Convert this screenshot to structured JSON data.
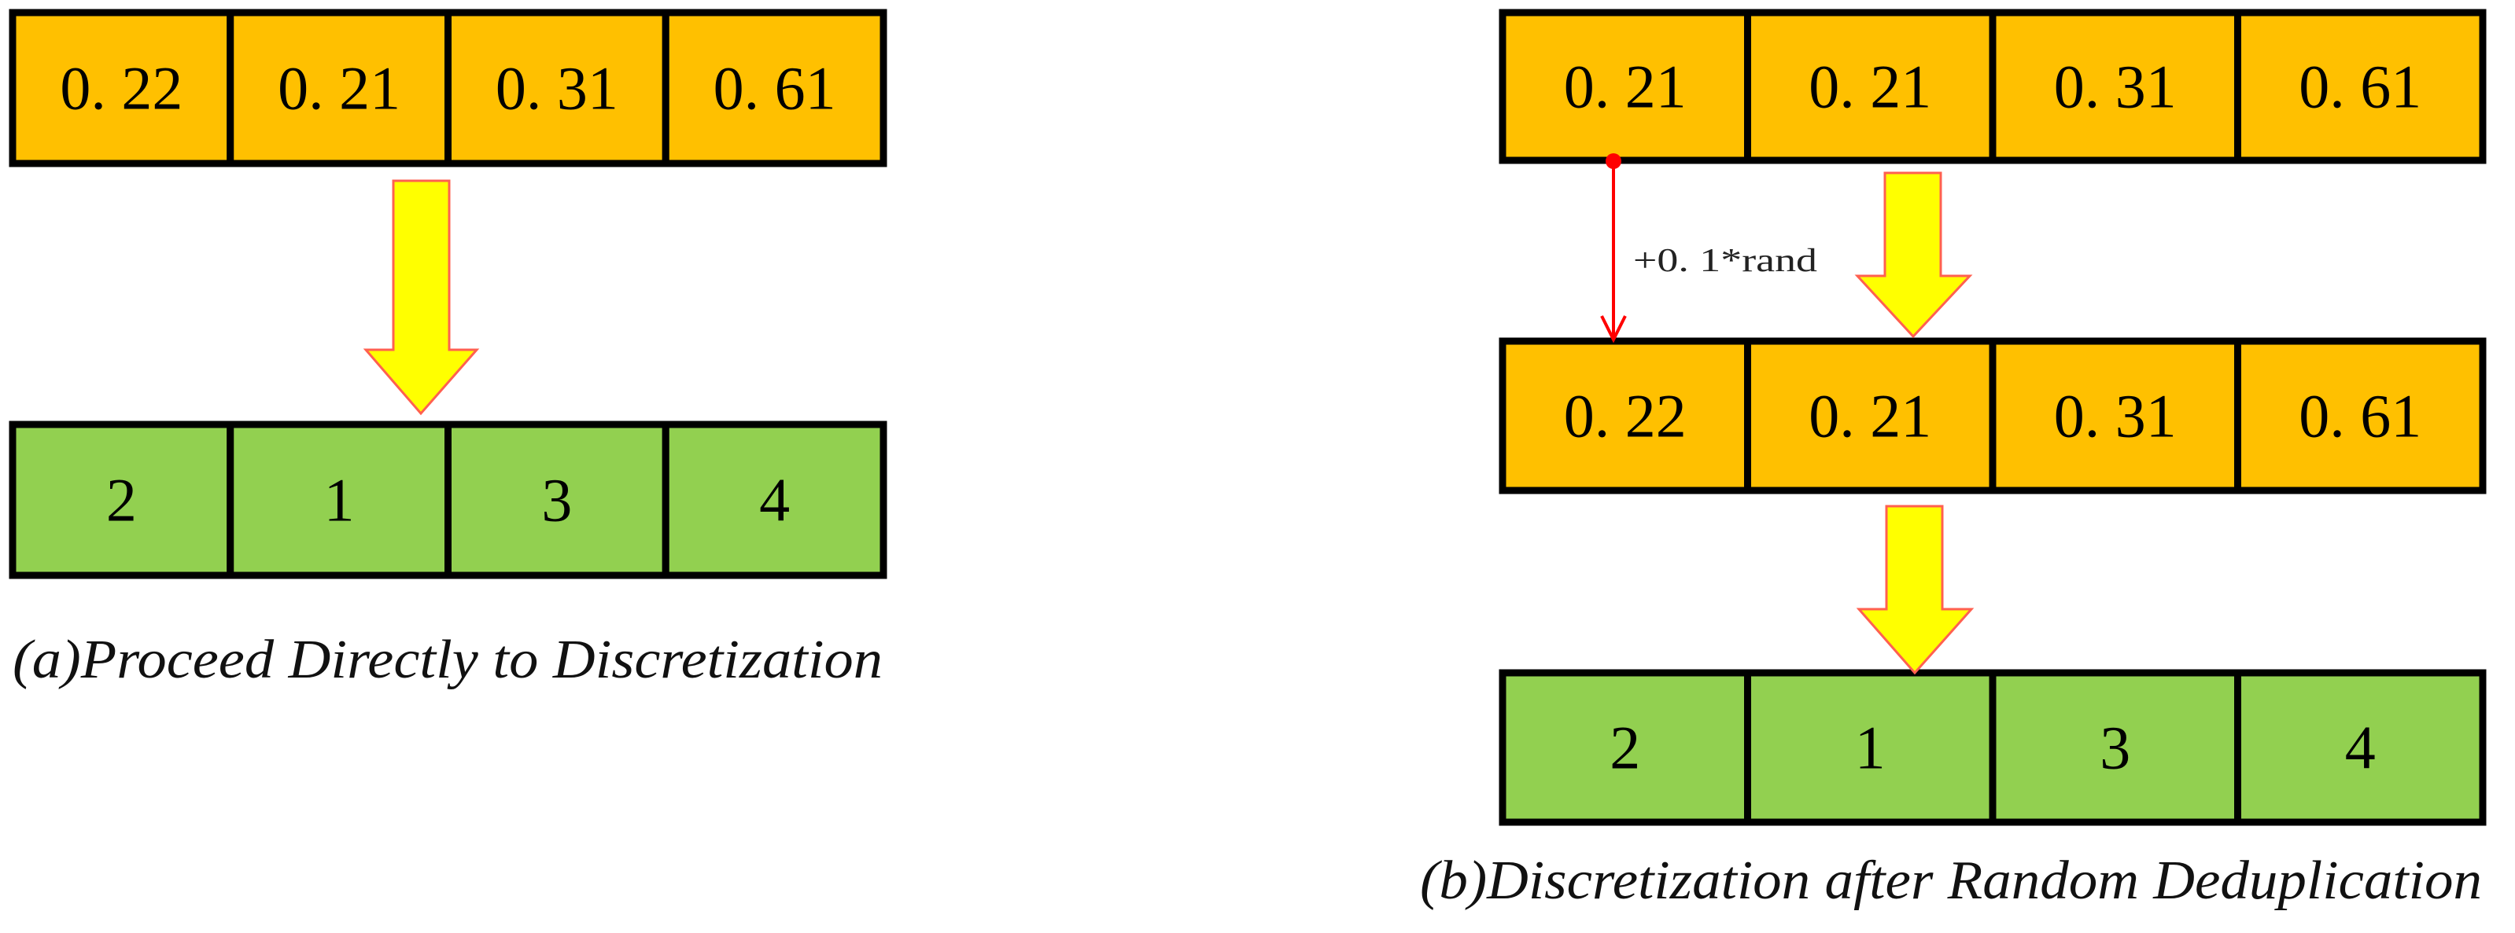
{
  "colors": {
    "value_cell": "#FFC000",
    "rank_cell": "#92D050",
    "arrow_fill": "#FFFF00",
    "arrow_outline": "#FF6050",
    "perturb_line": "#FF0000"
  },
  "panel_a": {
    "values": [
      "0. 22",
      "0. 21",
      "0. 31",
      "0. 61"
    ],
    "ranks": [
      "2",
      "1",
      "3",
      "4"
    ],
    "caption": "(a)Proceed Directly to Discretization"
  },
  "panel_b": {
    "values": [
      "0. 21",
      "0. 21",
      "0. 31",
      "0. 61"
    ],
    "perturbation_label": "+0. 1*rand",
    "deduplicated_values": [
      "0. 22",
      "0. 21",
      "0. 31",
      "0. 61"
    ],
    "ranks": [
      "2",
      "1",
      "3",
      "4"
    ],
    "caption": "(b)Discretization after Random Deduplication"
  }
}
